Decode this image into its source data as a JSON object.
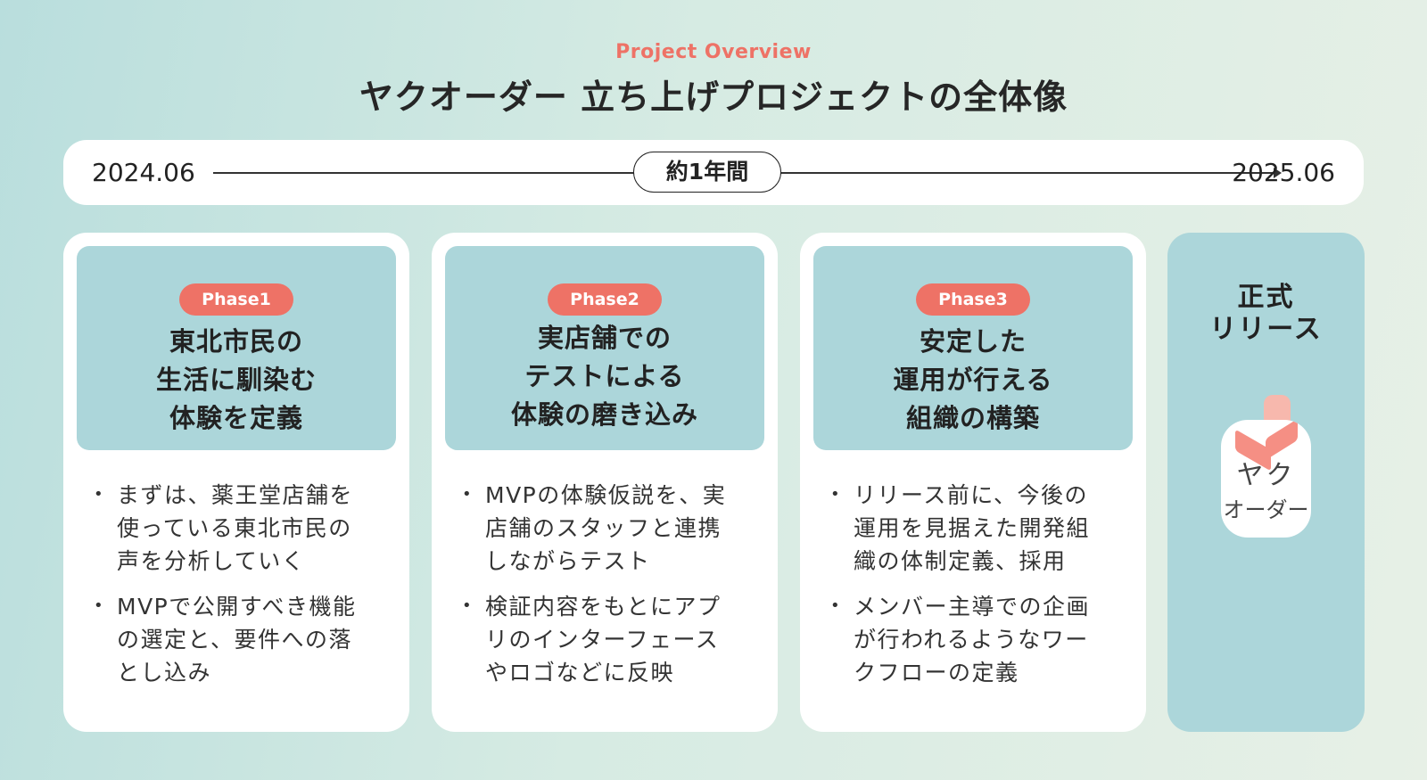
{
  "header": {
    "eyebrow": "Project Overview",
    "title": "ヤクオーダー 立ち上げプロジェクトの全体像"
  },
  "timeline": {
    "start": "2024.06",
    "end": "2025.06",
    "duration": "約1年間"
  },
  "phases": [
    {
      "badge": "Phase1",
      "heading": [
        "東北市民の",
        "生活に馴染む",
        "体験を定義"
      ],
      "bullets": [
        [
          "まずは、薬王堂店舗を",
          "使っている東北市民の",
          "声を分析していく"
        ],
        [
          "MVPで公開すべき機能",
          "の選定と、要件への落",
          "とし込み"
        ]
      ]
    },
    {
      "badge": "Phase2",
      "heading": [
        "実店舗での",
        "テストによる",
        "体験の磨き込み"
      ],
      "bullets": [
        [
          "MVPの体験仮説を、実",
          "店舗のスタッフと連携",
          "しながらテスト"
        ],
        [
          "検証内容をもとにアプ",
          "リのインターフェース",
          "やロゴなどに反映"
        ]
      ]
    },
    {
      "badge": "Phase3",
      "heading": [
        "安定した",
        "運用が行える",
        "組織の構築"
      ],
      "bullets": [
        [
          "リリース前に、今後の",
          "運用を見据えた開発組",
          "織の体制定義、採用"
        ],
        [
          "メンバー主導での企画",
          "が行われるようなワー",
          "クフローの定義"
        ]
      ]
    }
  ],
  "release": {
    "title": [
      "正式",
      "リリース"
    ],
    "logo_text": [
      "ヤク",
      "オーダー"
    ]
  },
  "bullet_glyph": "•",
  "colors": {
    "accent": "#ee7266",
    "card_head": "#acd6da",
    "logo_pink": "#f58f84"
  }
}
